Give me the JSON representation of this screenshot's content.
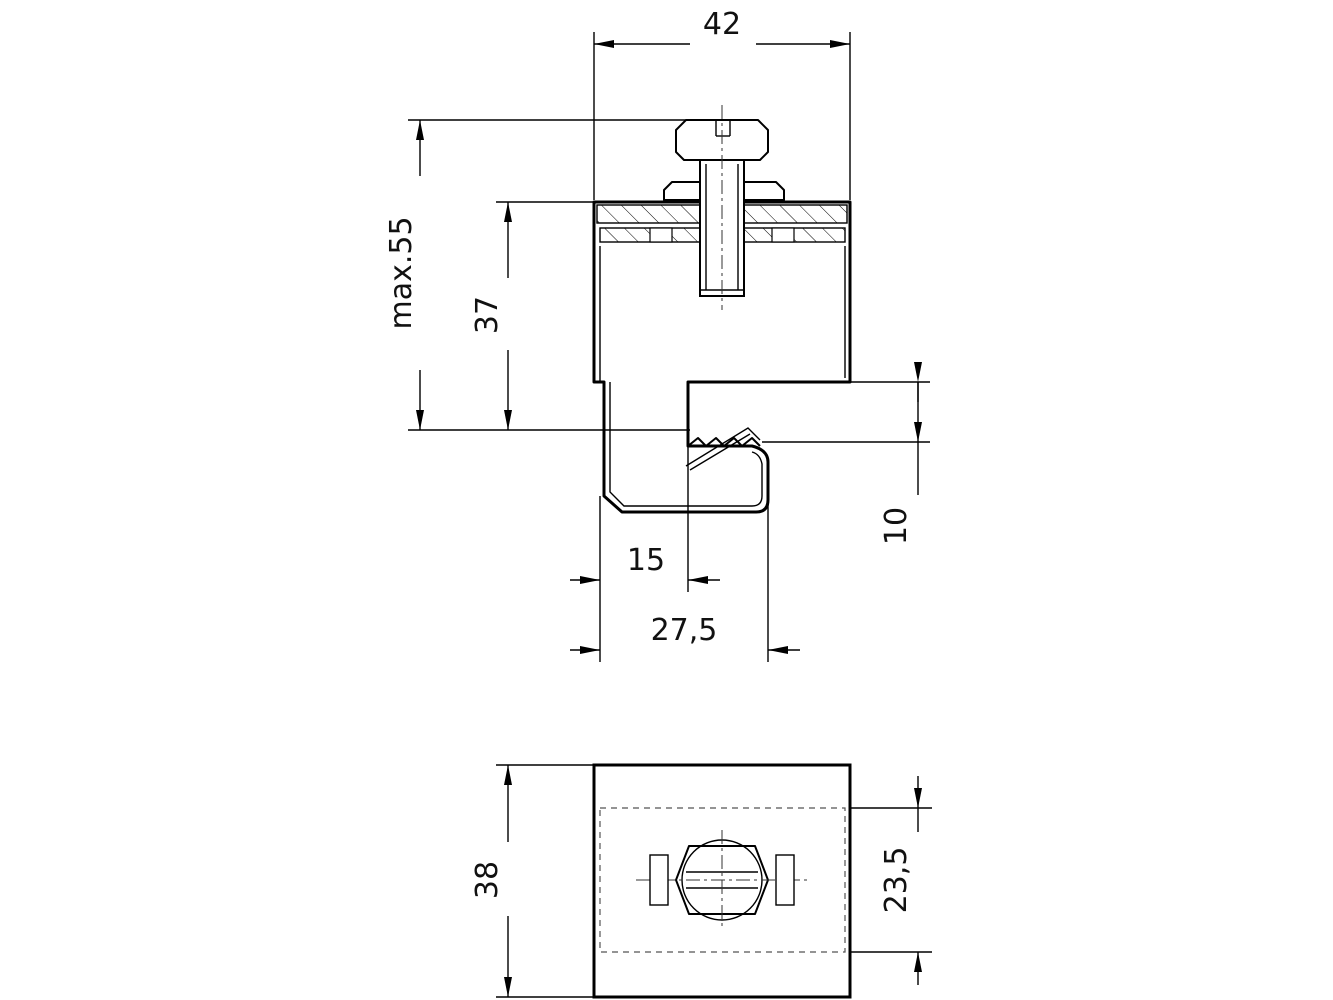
{
  "dimensions": {
    "width_top": "42",
    "height_max": "max.55",
    "height_body": "37",
    "jaw_opening": "10",
    "offset_15": "15",
    "width_27_5": "27,5",
    "depth_38": "38",
    "inner_23_5": "23,5"
  }
}
